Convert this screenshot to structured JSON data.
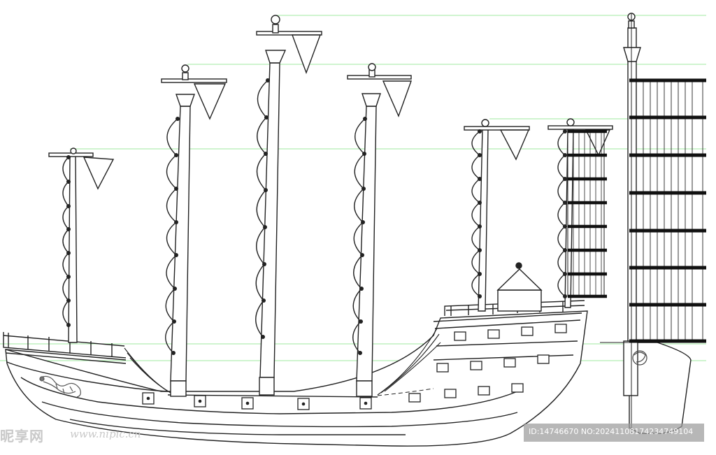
{
  "diagram": {
    "description_free": true,
    "colors": {
      "line": "#222222",
      "guide": "#7fe07f",
      "background": "#ffffff",
      "watermark": "#c9c9c9"
    }
  },
  "watermark": {
    "logo_text": "昵享网",
    "site_text": "www.nipic.cn",
    "id_text": "ID:14746670 NO:20241108174234749104"
  }
}
